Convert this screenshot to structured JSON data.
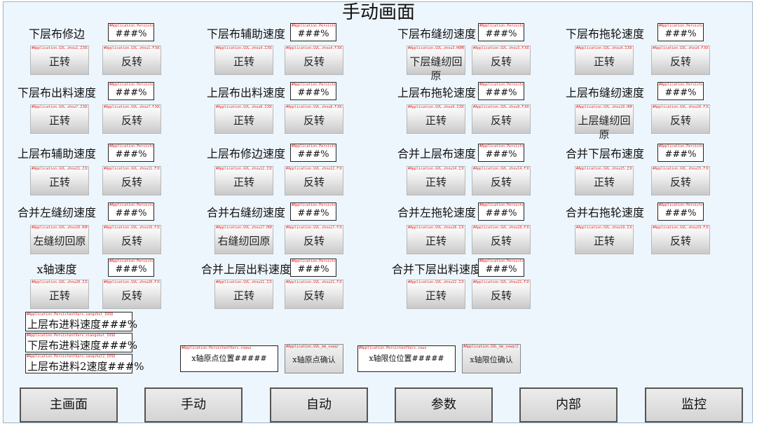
{
  "title": "手动画面",
  "tags": {
    "persist": "#Application.Persistent",
    "pv": "#Application.PersistentVars.xxpwz",
    "pv2": "#Application.PersistentVars.xwzqr",
    "pvx": "#Application.PersistentVars.xxwz",
    "gvlx": "#Application.GVL_bm_xxwqr",
    "gvlx2": "#Application.GVL_bm_xxwqr2",
    "sp1": "#Application.PersistentVars.sangshul_IOSD",
    "sp2": "#Application.PersistentVars.xiangshul_IOSD",
    "sp3": "#Application.PersistentVars.sangshul2_IOSD"
  },
  "groups": [
    {
      "label": "下层布修边",
      "value": "###%",
      "fwd": {
        "label": "正转",
        "tag": "#Application.GVL.zhou1.ZJOG"
      },
      "rev": {
        "label": "反转",
        "tag": "#Application.GVL.zhou1.FJOG"
      }
    },
    {
      "label": "下层布辅助速度",
      "value": "###%",
      "fwd": {
        "label": "正转",
        "tag": "#Application.GVL.zhou4.ZJOG"
      },
      "rev": {
        "label": "反转",
        "tag": "#Application.GVL.zhou4.FJOG"
      }
    },
    {
      "label": "下层布缝纫速度",
      "value": "###%",
      "fwd": {
        "label": "下层缝纫回原",
        "tag": "#Application.GVL.zhou3.HOME"
      },
      "rev": {
        "label": "反转",
        "tag": "#Application.GVL.zhou3.FJOG"
      }
    },
    {
      "label": "下层布拖轮速度",
      "value": "###%",
      "fwd": {
        "label": "正转",
        "tag": "#Application.GVL.zhou4.ZJOG"
      },
      "rev": {
        "label": "反转",
        "tag": "#Application.GVL.zhou4.FJOG"
      }
    },
    {
      "label": "下层布出料速度",
      "value": "###%",
      "fwd": {
        "label": "正转",
        "tag": "#Application.GVL.zhou7.ZJOG"
      },
      "rev": {
        "label": "反转",
        "tag": "#Application.GVL.zhou7.FJOG"
      }
    },
    {
      "label": "上层布出料速度",
      "value": "###%",
      "fwd": {
        "label": "正转",
        "tag": "#Application.GVL.zhou8.ZJOG"
      },
      "rev": {
        "label": "反转",
        "tag": "#Application.GVL.zhou8.FJOG"
      }
    },
    {
      "label": "上层布拖轮速度",
      "value": "###%",
      "fwd": {
        "label": "正转",
        "tag": "#Application.GVL.zhou9.ZJOG"
      },
      "rev": {
        "label": "反转",
        "tag": "#Application.GVL.zhou9.FJOG"
      }
    },
    {
      "label": "上层布缝纫速度",
      "value": "###%",
      "fwd": {
        "label": "上层缝纫回原",
        "tag": "#Application.GVL.zhou10.HOME"
      },
      "rev": {
        "label": "反转",
        "tag": "#Application.GVL.zhou10.FJOG"
      }
    },
    {
      "label": "上层布辅助速度",
      "value": "###%",
      "fwd": {
        "label": "正转",
        "tag": "#Application.GVL.zhou11.ZJOG"
      },
      "rev": {
        "label": "反转",
        "tag": "#Application.GVL.zhou11.FJOG"
      }
    },
    {
      "label": "上层布修边速度",
      "value": "###%",
      "fwd": {
        "label": "正转",
        "tag": "#Application.GVL.zhou12.ZJOG"
      },
      "rev": {
        "label": "反转",
        "tag": "#Application.GVL.zhou12.FJOG"
      }
    },
    {
      "label": "合并上层布速度",
      "value": "###%",
      "fwd": {
        "label": "正转",
        "tag": "#Application.GVL.zhou14.ZJOG"
      },
      "rev": {
        "label": "反转",
        "tag": "#Application.GVL.zhou14.FJOG"
      }
    },
    {
      "label": "合并下层布速度",
      "value": "###%",
      "fwd": {
        "label": "正转",
        "tag": "#Application.GVL.zhou15.ZJOG"
      },
      "rev": {
        "label": "反转",
        "tag": "#Application.GVL.zhou15.FJOG"
      }
    },
    {
      "label": "合并左缝纫速度",
      "value": "###%",
      "fwd": {
        "label": "左缝纫回原",
        "tag": "#Application.GVL.zhou16.HOME"
      },
      "rev": {
        "label": "反转",
        "tag": "#Application.GVL.zhou16.FJOG"
      }
    },
    {
      "label": "合并右缝纫速度",
      "value": "###%",
      "fwd": {
        "label": "右缝纫回原",
        "tag": "#Application.GVL.zhou17.HOME"
      },
      "rev": {
        "label": "反转",
        "tag": "#Application.GVL.zhou17.FJOG"
      }
    },
    {
      "label": "合并左拖轮速度",
      "value": "###%",
      "fwd": {
        "label": "正转",
        "tag": "#Application.GVL.zhou18.ZJOG"
      },
      "rev": {
        "label": "反转",
        "tag": "#Application.GVL.zhou18.FJOG"
      }
    },
    {
      "label": "合并右拖轮速度",
      "value": "###%",
      "fwd": {
        "label": "正转",
        "tag": "#Application.GVL.zhou19.ZJOG"
      },
      "rev": {
        "label": "反转",
        "tag": "#Application.GVL.zhou19.FJOG"
      }
    },
    {
      "label": "x轴速度",
      "value": "###%",
      "fwd": {
        "label": "正转",
        "tag": "#Application.GVL.zhou20.ZJOG"
      },
      "rev": {
        "label": "反转",
        "tag": "#Application.GVL.zhou20.FJOG"
      }
    },
    {
      "label": "合并上层出料速度",
      "value": "###%",
      "fwd": {
        "label": "正转",
        "tag": "#Application.GVL.zhou21.ZJOG"
      },
      "rev": {
        "label": "反转",
        "tag": "#Application.GVL.zhou21.FJOG"
      }
    },
    {
      "label": "合并下层出料速度",
      "value": "###%",
      "fwd": {
        "label": "正转",
        "tag": "#Application.GVL.zhou22.ZJOG"
      },
      "rev": {
        "label": "反转",
        "tag": "#Application.GVL.zhou22.FJOG"
      }
    }
  ],
  "feed_speeds": [
    {
      "text": "上层布进料速度###%"
    },
    {
      "text": "下层布进料速度###%"
    },
    {
      "text": "上层布进料2速度###%"
    }
  ],
  "xaxis": {
    "origin_pos": "x轴原点位置#####",
    "origin_confirm": "x轴原点确认",
    "limit_pos": "x轴限位位置#####",
    "limit_confirm": "x轴限位确认"
  },
  "nav": [
    "主画面",
    "手动",
    "自动",
    "参数",
    "内部",
    "监控"
  ]
}
